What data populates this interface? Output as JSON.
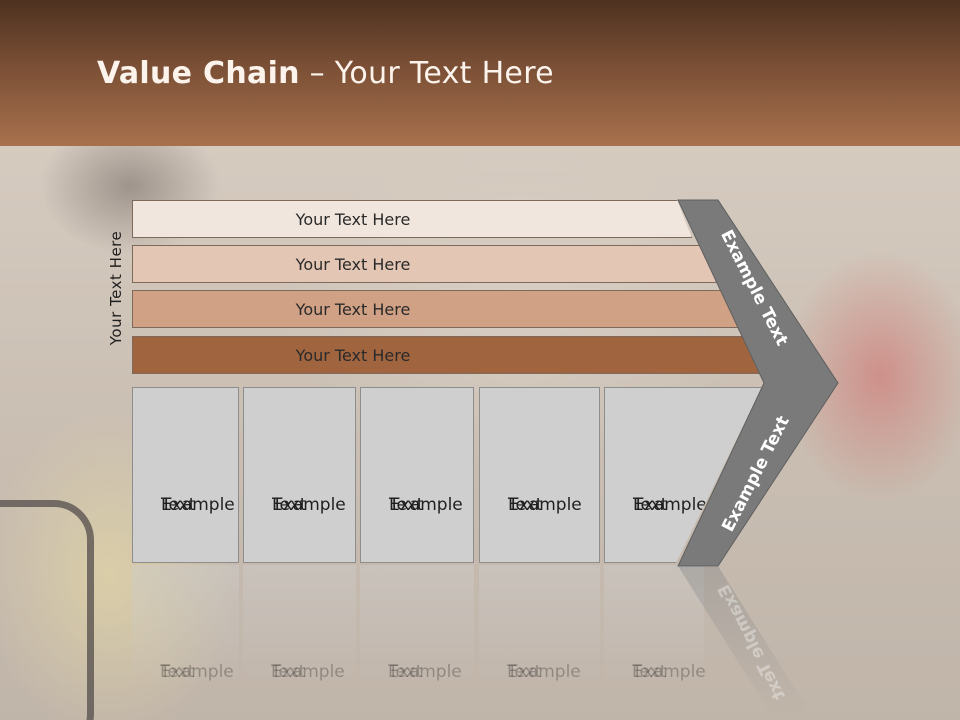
{
  "slide": {
    "title_bold": "Value Chain",
    "title_rest": " – Your Text Here",
    "side_label": "Your Text Here",
    "bars": [
      {
        "label": "Your Text Here",
        "color": "#f1e6de"
      },
      {
        "label": "Your Text Here",
        "color": "#e3c6b4"
      },
      {
        "label": "Your Text Here",
        "color": "#d0a184"
      },
      {
        "label": "Your Text Here",
        "color": "#a0643f"
      }
    ],
    "columns": [
      {
        "line1": "Example",
        "line2": "Text"
      },
      {
        "line1": "Example",
        "line2": "Text"
      },
      {
        "line1": "Example",
        "line2": "Text"
      },
      {
        "line1": "Example",
        "line2": "Text"
      },
      {
        "line1": "Example",
        "line2": "Text"
      }
    ],
    "chevron_top": "Example Text",
    "chevron_bottom": "Example Text",
    "colors": {
      "header": "#7a4f35",
      "chevron": "#7a7a7a",
      "column": "#cfcfcf"
    }
  }
}
